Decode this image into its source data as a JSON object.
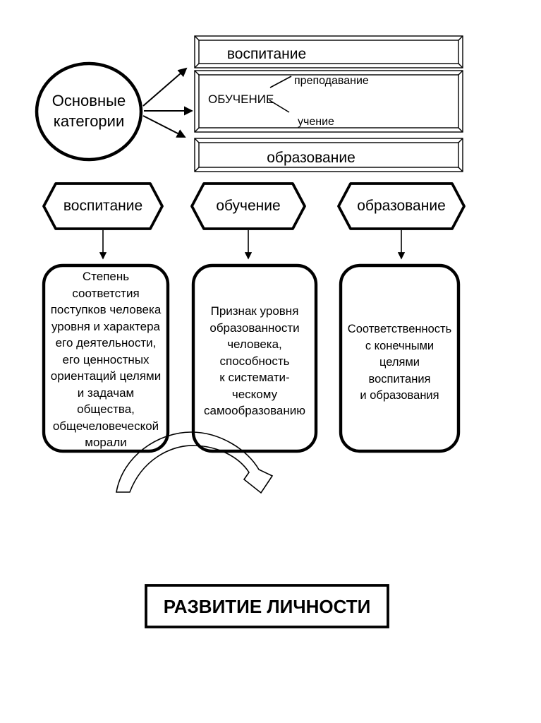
{
  "diagram": {
    "colors": {
      "ink": "#000000",
      "background": "#ffffff"
    },
    "main_circle": {
      "label": "Основные\nкатегории"
    },
    "category_boxes": {
      "vospitanie": {
        "label": "воспитание"
      },
      "obuchenie": {
        "label": "ОБУЧЕНИЕ",
        "branch_top": "преподавание",
        "branch_bottom": "учение"
      },
      "obrazovanie": {
        "label": "образование"
      }
    },
    "hexagons": [
      {
        "label": "воспитание"
      },
      {
        "label": "обучение"
      },
      {
        "label": "образование"
      }
    ],
    "descriptions": [
      {
        "text": "Степень\nсоответстия\nпоступков человека\nуровня и характера\nего деятельности,\nего ценностных\nориентаций целями\nи задачам\nобщества,\nобщечеловеческой\nморали"
      },
      {
        "text": "Признак уровня\nобразованности\nчеловека,\nспособность\nк системати-\nческому\nсамообразованию"
      },
      {
        "text": "Соответственность\nс конечными\nцелями\nвоспитания\nи образования"
      }
    ],
    "result_box": {
      "label": "РАЗВИТИЕ ЛИЧНОСТИ"
    }
  }
}
